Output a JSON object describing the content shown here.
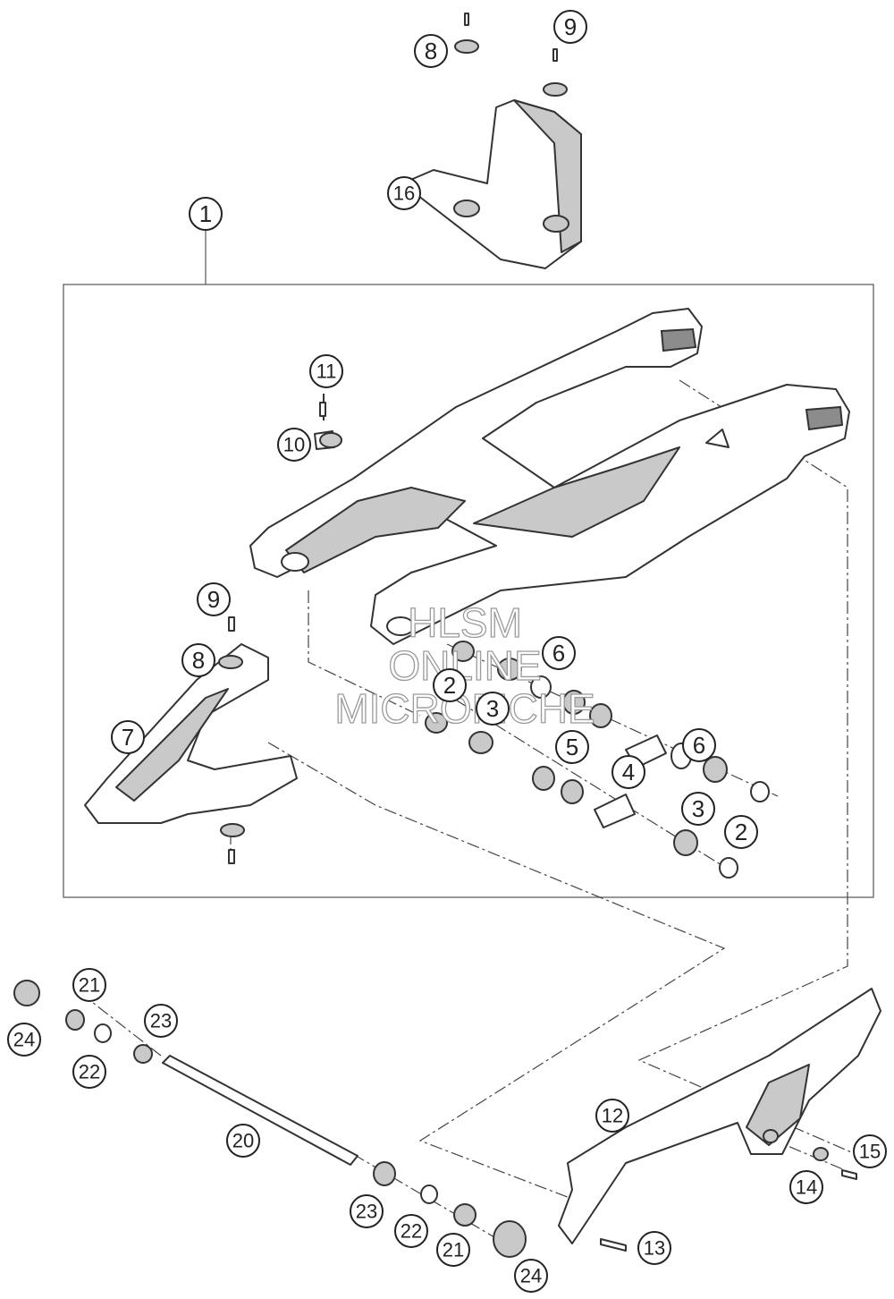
{
  "watermark": {
    "line1": "HLSM",
    "line2": "ONLINE",
    "line3": "MICROFICHE"
  },
  "callouts": [
    {
      "id": "c1",
      "label": "1"
    },
    {
      "id": "c2a",
      "label": "2"
    },
    {
      "id": "c2b",
      "label": "2"
    },
    {
      "id": "c3a",
      "label": "3"
    },
    {
      "id": "c3b",
      "label": "3"
    },
    {
      "id": "c4",
      "label": "4"
    },
    {
      "id": "c5",
      "label": "5"
    },
    {
      "id": "c6a",
      "label": "6"
    },
    {
      "id": "c6b",
      "label": "6"
    },
    {
      "id": "c7",
      "label": "7"
    },
    {
      "id": "c8a",
      "label": "8"
    },
    {
      "id": "c8b",
      "label": "8"
    },
    {
      "id": "c9a",
      "label": "9"
    },
    {
      "id": "c9b",
      "label": "9"
    },
    {
      "id": "c10",
      "label": "10"
    },
    {
      "id": "c11",
      "label": "11"
    },
    {
      "id": "c12",
      "label": "12"
    },
    {
      "id": "c13",
      "label": "13"
    },
    {
      "id": "c14",
      "label": "14"
    },
    {
      "id": "c15",
      "label": "15"
    },
    {
      "id": "c16",
      "label": "16"
    },
    {
      "id": "c20",
      "label": "20"
    },
    {
      "id": "c21a",
      "label": "21"
    },
    {
      "id": "c21b",
      "label": "21"
    },
    {
      "id": "c22a",
      "label": "22"
    },
    {
      "id": "c22b",
      "label": "22"
    },
    {
      "id": "c23a",
      "label": "23"
    },
    {
      "id": "c23b",
      "label": "23"
    },
    {
      "id": "c24a",
      "label": "24"
    },
    {
      "id": "c24b",
      "label": "24"
    }
  ]
}
